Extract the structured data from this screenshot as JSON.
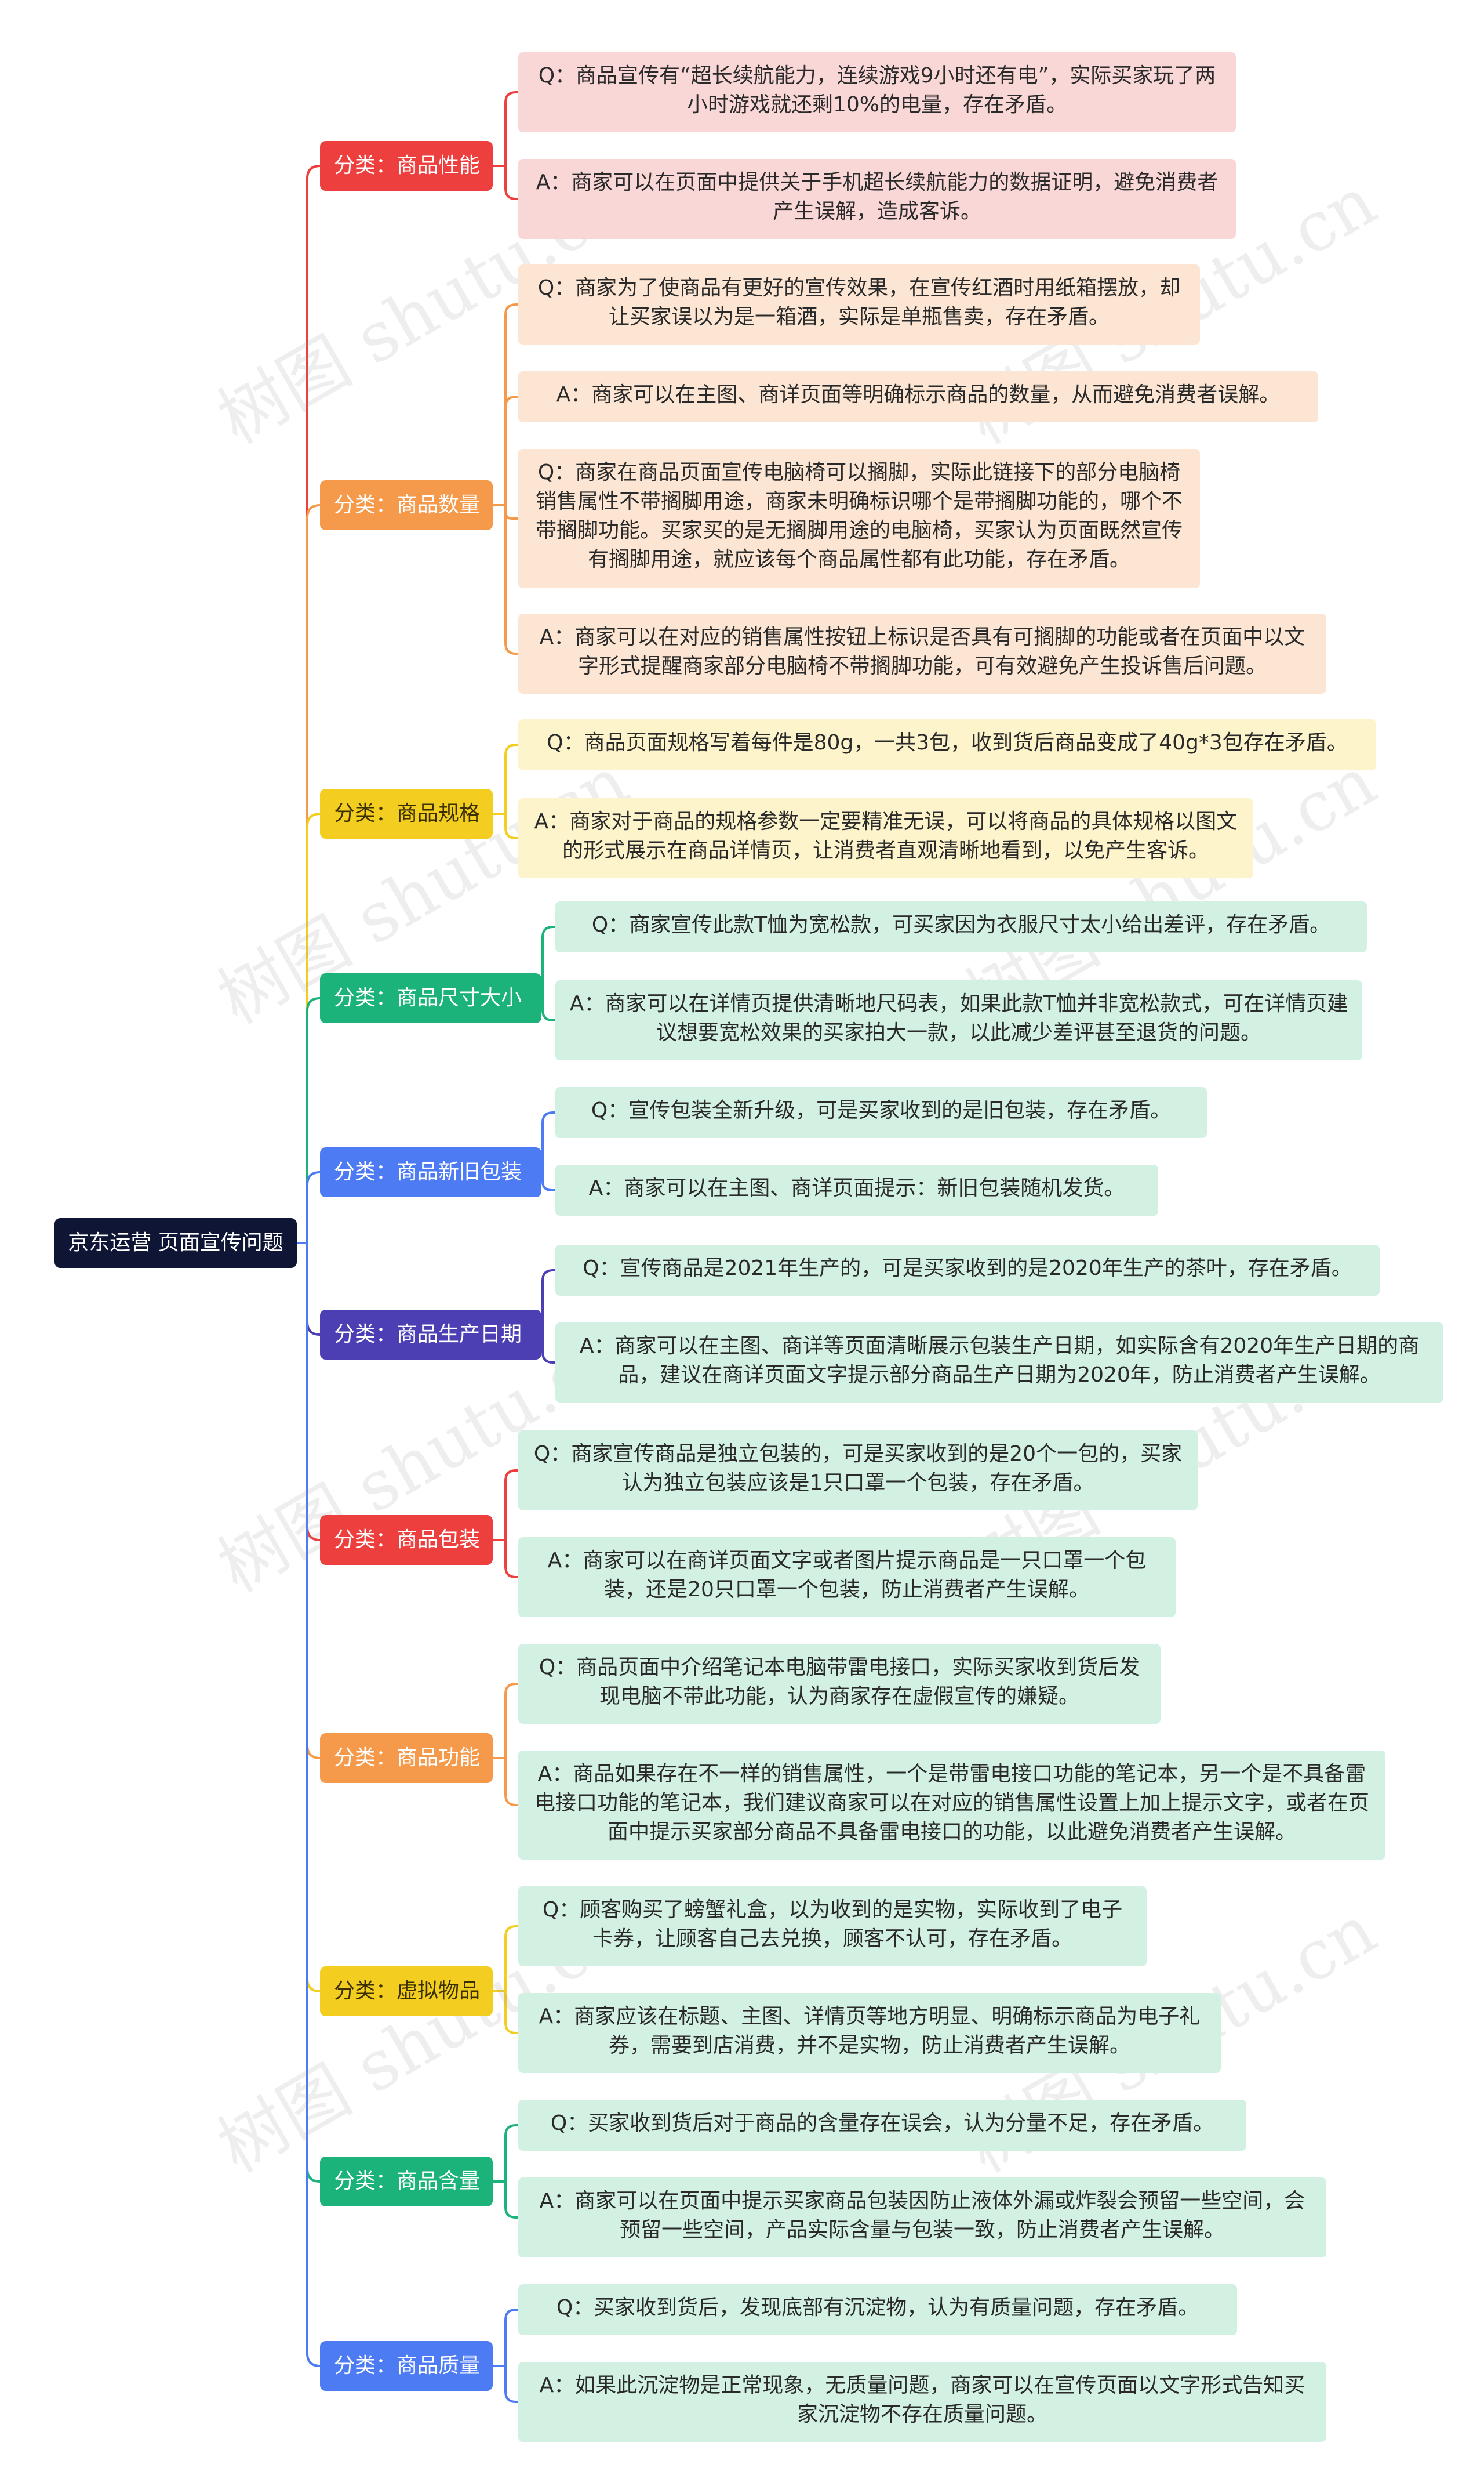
{
  "root": {
    "label": "京东运营 页面宣传问题"
  },
  "watermark": "树图 shutu.cn",
  "categories": [
    {
      "label": "分类：商品性能",
      "color": "#ee3f3f",
      "text_color": "#ffffff",
      "leaf_bg": "#fad7d7",
      "leaves": [
        "Q：商品宣传有“超长续航能力，连续游戏9小时还有电”，实际买家玩了两小时游戏就还剩10%的电量，存在矛盾。",
        "A：商家可以在页面中提供关于手机超长续航能力的数据证明，避免消费者产生误解，造成客诉。"
      ]
    },
    {
      "label": "分类：商品数量",
      "color": "#f59a4b",
      "text_color": "#ffffff",
      "leaf_bg": "#fce5d3",
      "leaves": [
        "Q：商家为了使商品有更好的宣传效果，在宣传红酒时用纸箱摆放，却让买家误以为是一箱酒，实际是单瓶售卖，存在矛盾。",
        "A：商家可以在主图、商详页面等明确标示商品的数量，从而避免消费者误解。",
        "Q：商家在商品页面宣传电脑椅可以搁脚，实际此链接下的部分电脑椅销售属性不带搁脚用途，商家未明确标识哪个是带搁脚功能的，哪个不带搁脚功能。买家买的是无搁脚用途的电脑椅，买家认为页面既然宣传有搁脚用途，就应该每个商品属性都有此功能，存在矛盾。",
        "A：商家可以在对应的销售属性按钮上标识是否具有可搁脚的功能或者在页面中以文字形式提醒商家部分电脑椅不带搁脚功能，可有效避免产生投诉售后问题。"
      ]
    },
    {
      "label": "分类：商品规格",
      "color": "#f3cd1f",
      "text_color": "#3a3000",
      "leaf_bg": "#fdf4cc",
      "leaves": [
        "Q：商品页面规格写着每件是80g，一共3包，收到货后商品变成了40g*3包存在矛盾。",
        "A：商家对于商品的规格参数一定要精准无误，可以将商品的具体规格以图文的形式展示在商品详情页，让消费者直观清晰地看到，以免产生客诉。"
      ]
    },
    {
      "label": "分类：商品尺寸大小",
      "color": "#1cb37a",
      "text_color": "#ffffff",
      "leaf_bg": "#d2f1e3",
      "leaves": [
        "Q：商家宣传此款T恤为宽松款，可买家因为衣服尺寸太小给出差评，存在矛盾。",
        "A：商家可以在详情页提供清晰地尺码表，如果此款T恤并非宽松款式，可在详情页建议想要宽松效果的买家拍大一款，以此减少差评甚至退货的问题。"
      ]
    },
    {
      "label": "分类：商品新旧包装",
      "color": "#4c7bf3",
      "text_color": "#ffffff",
      "leaf_bg": "#d2f1e3",
      "leaves": [
        "Q：宣传包装全新升级，可是买家收到的是旧包装，存在矛盾。",
        "A：商家可以在主图、商详页面提示：新旧包装随机发货。"
      ]
    },
    {
      "label": "分类：商品生产日期",
      "color": "#4b3fb3",
      "text_color": "#ffffff",
      "leaf_bg": "#d2f1e3",
      "leaves": [
        "Q：宣传商品是2021年生产的，可是买家收到的是2020年生产的茶叶，存在矛盾。",
        "A：商家可以在主图、商详等页面清晰展示包装生产日期，如实际含有2020年生产日期的商品，建议在商详页面文字提示部分商品生产日期为2020年，防止消费者产生误解。"
      ]
    },
    {
      "label": "分类：商品包装",
      "color": "#ee3f3f",
      "text_color": "#ffffff",
      "leaf_bg": "#d2f1e3",
      "leaves": [
        "Q：商家宣传商品是独立包装的，可是买家收到的是20个一包的，买家认为独立包装应该是1只口罩一个包装，存在矛盾。",
        "A：商家可以在商详页面文字或者图片提示商品是一只口罩一个包装，还是20只口罩一个包装，防止消费者产生误解。"
      ]
    },
    {
      "label": "分类：商品功能",
      "color": "#f59a4b",
      "text_color": "#ffffff",
      "leaf_bg": "#d2f1e3",
      "leaves": [
        "Q：商品页面中介绍笔记本电脑带雷电接口，实际买家收到货后发现电脑不带此功能，认为商家存在虚假宣传的嫌疑。",
        "A：商品如果存在不一样的销售属性，一个是带雷电接口功能的笔记本，另一个是不具备雷电接口功能的笔记本，我们建议商家可以在对应的销售属性设置上加上提示文字，或者在页面中提示买家部分商品不具备雷电接口的功能，以此避免消费者产生误解。"
      ]
    },
    {
      "label": "分类：虚拟物品",
      "color": "#f3cd1f",
      "text_color": "#3a3000",
      "leaf_bg": "#d2f1e3",
      "leaves": [
        "Q：顾客购买了螃蟹礼盒，以为收到的是实物，实际收到了电子卡券，让顾客自己去兑换，顾客不认可，存在矛盾。",
        "A：商家应该在标题、主图、详情页等地方明显、明确标示商品为电子礼券，需要到店消费，并不是实物，防止消费者产生误解。"
      ]
    },
    {
      "label": "分类：商品含量",
      "color": "#1cb37a",
      "text_color": "#ffffff",
      "leaf_bg": "#d2f1e3",
      "leaves": [
        "Q：买家收到货后对于商品的含量存在误会，认为分量不足，存在矛盾。",
        "A：商家可以在页面中提示买家商品包装因防止液体外漏或炸裂会预留一些空间，会预留一些空间，产品实际含量与包装一致，防止消费者产生误解。"
      ]
    },
    {
      "label": "分类：商品质量",
      "color": "#4c7bf3",
      "text_color": "#ffffff",
      "leaf_bg": "#d2f1e3",
      "leaves": [
        "Q：买家收到货后，发现底部有沉淀物，认为有质量问题，存在矛盾。",
        "A：如果此沉淀物是正常现象，无质量问题，商家可以在宣传页面以文字形式告知买家沉淀物不存在质量问题。"
      ]
    }
  ]
}
